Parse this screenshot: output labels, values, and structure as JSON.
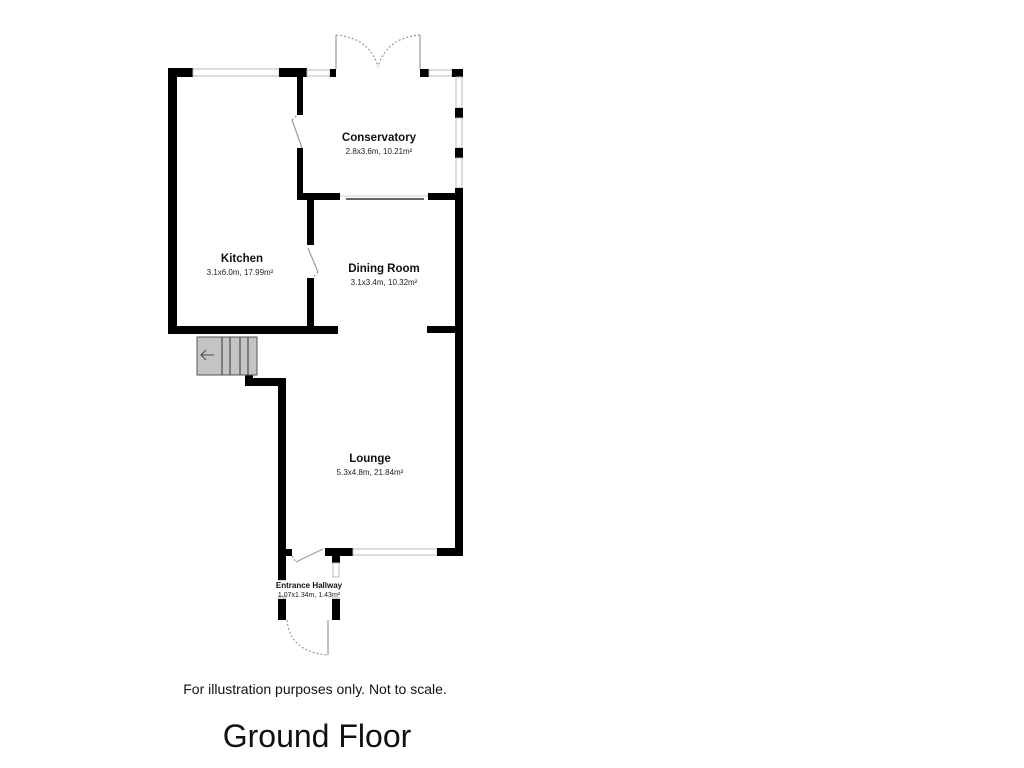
{
  "floorplan": {
    "title": "Ground Floor",
    "disclaimer": "For illustration purposes only. Not to scale.",
    "rooms": [
      {
        "name": "Conservatory",
        "dimensions": "2.8x3.6m, 10.21m²"
      },
      {
        "name": "Kitchen",
        "dimensions": "3.1x6.0m, 17.99m²"
      },
      {
        "name": "Dining Room",
        "dimensions": "3.1x3.4m, 10.32m²"
      },
      {
        "name": "Lounge",
        "dimensions": "5.3x4.8m, 21.84m²"
      },
      {
        "name": "Entrance Hallway",
        "dimensions": "1.07x1.34m, 1.43m²"
      }
    ],
    "stairs": {
      "icon": "arrow-left-icon",
      "direction": "←"
    },
    "colors": {
      "wall": "#000000",
      "stairs": "#c4c4c4",
      "background": "#ffffff"
    }
  }
}
